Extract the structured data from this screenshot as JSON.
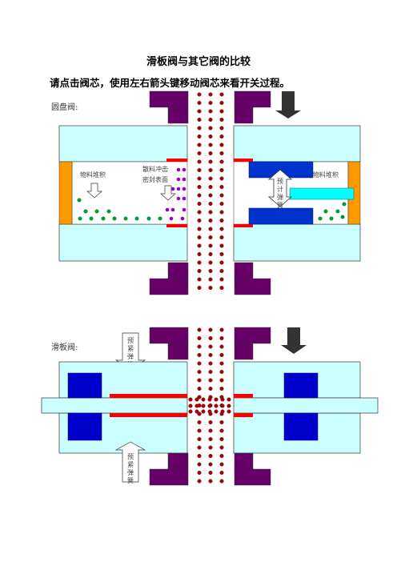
{
  "page": {
    "title": "滑板阀与其它阀的比较",
    "instruction": "请点击阀芯，使用左右箭头键移动阀芯来看开关过程。"
  },
  "disc_valve": {
    "label": "圆盘阀:",
    "material_left": "物料堆积",
    "impact_label_line1": "散料冲击",
    "impact_label_line2": "密封表面",
    "spring_label": "预计弹簧",
    "material_right": "物料堆积"
  },
  "slide_valve": {
    "label": "滑板阀:",
    "spring_top": "预紧弹簧",
    "spring_bottom": "预紧弹簧"
  },
  "colors": {
    "body": "#ccffff",
    "flange": "#660066",
    "seal": "#ff0000",
    "disc": "#0033cc",
    "block": "#0000cc",
    "gasket": "#ff9900",
    "particle_red": "#aa0000",
    "particle_green": "#009933",
    "particle_purple": "#9900cc",
    "stem": "#00ffff"
  }
}
